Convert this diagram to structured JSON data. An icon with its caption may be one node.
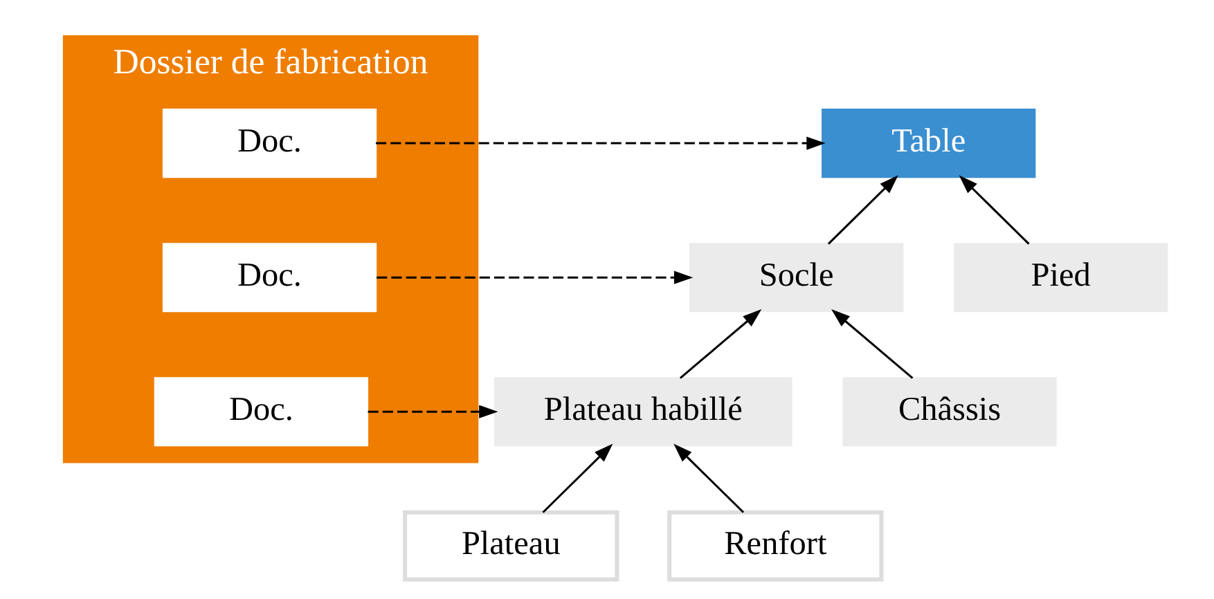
{
  "diagram": {
    "nodes": [
      {
        "text": [
          "Dossier de fabrication"
        ]
      },
      {
        "text": [
          "Doc."
        ],
        "in": 0
      },
      {
        "text": [
          "Doc."
        ],
        "in": 0
      },
      {
        "text": [
          "Doc."
        ],
        "in": 0
      },
      {
        "text": [
          "Table"
        ]
      },
      {
        "text": [
          "Socle"
        ]
      },
      {
        "text": [
          "Pied"
        ]
      },
      {
        "text": [
          "Plateau habillé"
        ]
      },
      {
        "text": [
          "Châssis"
        ]
      },
      {
        "text": [
          "Plateau"
        ]
      },
      {
        "text": [
          "Renfort"
        ]
      }
    ],
    "edges": [
      {
        "from": 1,
        "to": 4,
        "arrow": "to",
        "style": "dashed"
      },
      {
        "from": 2,
        "to": 5,
        "arrow": "to",
        "style": "dashed"
      },
      {
        "from": 3,
        "to": 7,
        "arrow": "to",
        "style": "dashed"
      },
      {
        "from": 5,
        "to": 4,
        "arrow": "to"
      },
      {
        "from": 6,
        "to": 4,
        "arrow": "to"
      },
      {
        "from": 7,
        "to": 5,
        "arrow": "to"
      },
      {
        "from": 8,
        "to": 5,
        "arrow": "to"
      },
      {
        "from": 9,
        "to": 7,
        "arrow": "to"
      },
      {
        "from": 10,
        "to": 7,
        "arrow": "to"
      }
    ]
  }
}
